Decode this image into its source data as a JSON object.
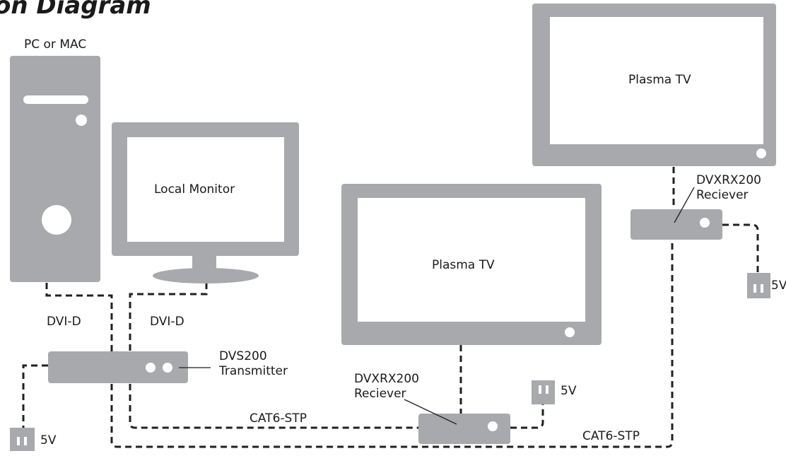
{
  "title": "on Diagram",
  "labels": {
    "pc": "PC or MAC",
    "local_monitor": "Local Monitor",
    "plasma_tv_center": "Plasma TV",
    "plasma_tv_right": "Plasma TV",
    "dvi_left": "DVI-D",
    "dvi_right": "DVI-D",
    "transmitter_model": "DVS200",
    "transmitter_name": "Transmitter",
    "receiver_center_model": "DVXRX200",
    "receiver_center_name": "Reciever",
    "receiver_right_model": "DVXRX200",
    "receiver_right_name": "Reciever",
    "cat6_left": "CAT6-STP",
    "cat6_right": "CAT6-STP",
    "power_left": "5V",
    "power_center": "5V",
    "power_right": "5V"
  },
  "colors": {
    "device": "#a7a9ac",
    "screen": "#ffffff",
    "cable": "#231f20",
    "text": "#1a1a1a"
  }
}
